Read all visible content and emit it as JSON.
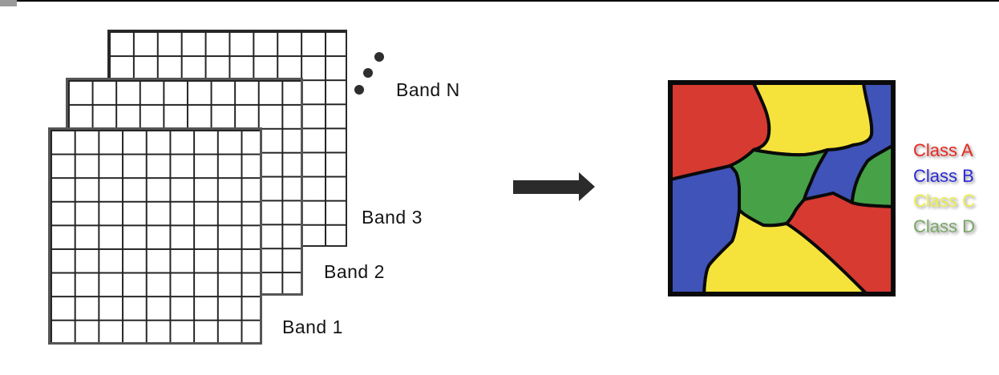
{
  "bands": {
    "stack_labels": [
      {
        "label": "Band 1"
      },
      {
        "label": "Band 2"
      },
      {
        "label": "Band 3"
      }
    ],
    "band_n_label": "Band N"
  },
  "arrow": {
    "color": "#2b2b2b"
  },
  "map": {
    "colors": {
      "red": "#d63a31",
      "blue": "#4053b8",
      "yellow": "#f5e33c",
      "green": "#46a147",
      "outline": "#0a0a0a"
    }
  },
  "legend": {
    "items": [
      {
        "label": "Class A",
        "color": "#e8281e"
      },
      {
        "label": "Class B",
        "color": "#2b2bd6"
      },
      {
        "label": "Class C",
        "color": "#eded4f"
      },
      {
        "label": "Class D",
        "color": "#7aa768"
      }
    ]
  }
}
